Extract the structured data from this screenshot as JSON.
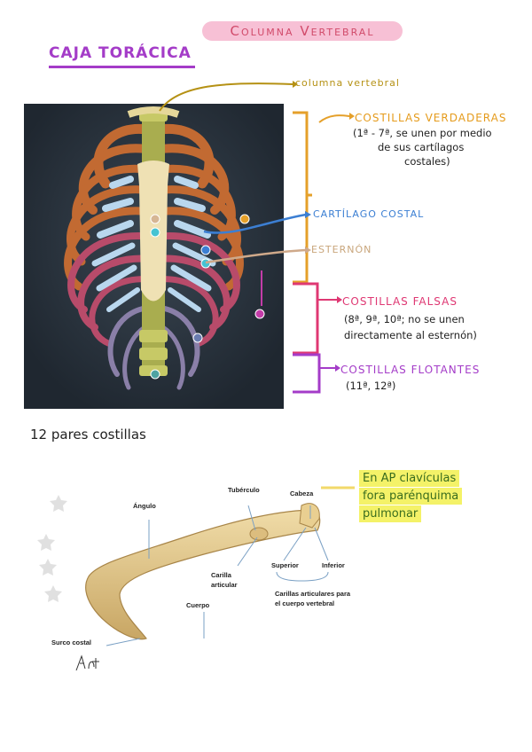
{
  "header": {
    "title": "Columna Vertebral"
  },
  "section": {
    "title": "CAJA TORÁCICA"
  },
  "thorax_labels": {
    "vertebral": "columna vertebral",
    "true_ribs": "COSTILLAS VERDADERAS",
    "true_ribs_desc_1": "(1ª - 7ª, se unen por medio",
    "true_ribs_desc_2": "de sus cartílagos",
    "true_ribs_desc_3": "costales)",
    "cartilage": "CARTÍLAGO COSTAL",
    "sternum": "ESTERNÓN",
    "false_ribs": "COSTILLAS FALSAS",
    "false_ribs_desc_1": "(8ª, 9ª, 10ª; no se unen",
    "false_ribs_desc_2": "directamente al esternón)",
    "floating_ribs": "COSTILLAS FLOTANTES",
    "floating_ribs_desc": "(11ª, 12ª)"
  },
  "note": {
    "pairs": "12 pares costillas"
  },
  "highlight_note": {
    "line1": "En AP clavículas",
    "line2": "fora parénquima",
    "line3": "pulmonar"
  },
  "rib_labels": {
    "angulo": "Ángulo",
    "tuberculo": "Tubérculo",
    "cabeza": "Cabeza",
    "carilla_1": "Carilla",
    "carilla_2": "articular",
    "superior": "Superior",
    "inferior": "Inferior",
    "carillas_1": "Carillas articulares para",
    "carillas_2": "el cuerpo vertebral",
    "cuerpo": "Cuerpo",
    "surco": "Surco costal"
  },
  "colors": {
    "gold": "#b59114",
    "orange": "#e59b1c",
    "blue": "#3c7fd3",
    "beige": "#c9a67c",
    "pink": "#df3873",
    "purple": "#a43cc8"
  }
}
